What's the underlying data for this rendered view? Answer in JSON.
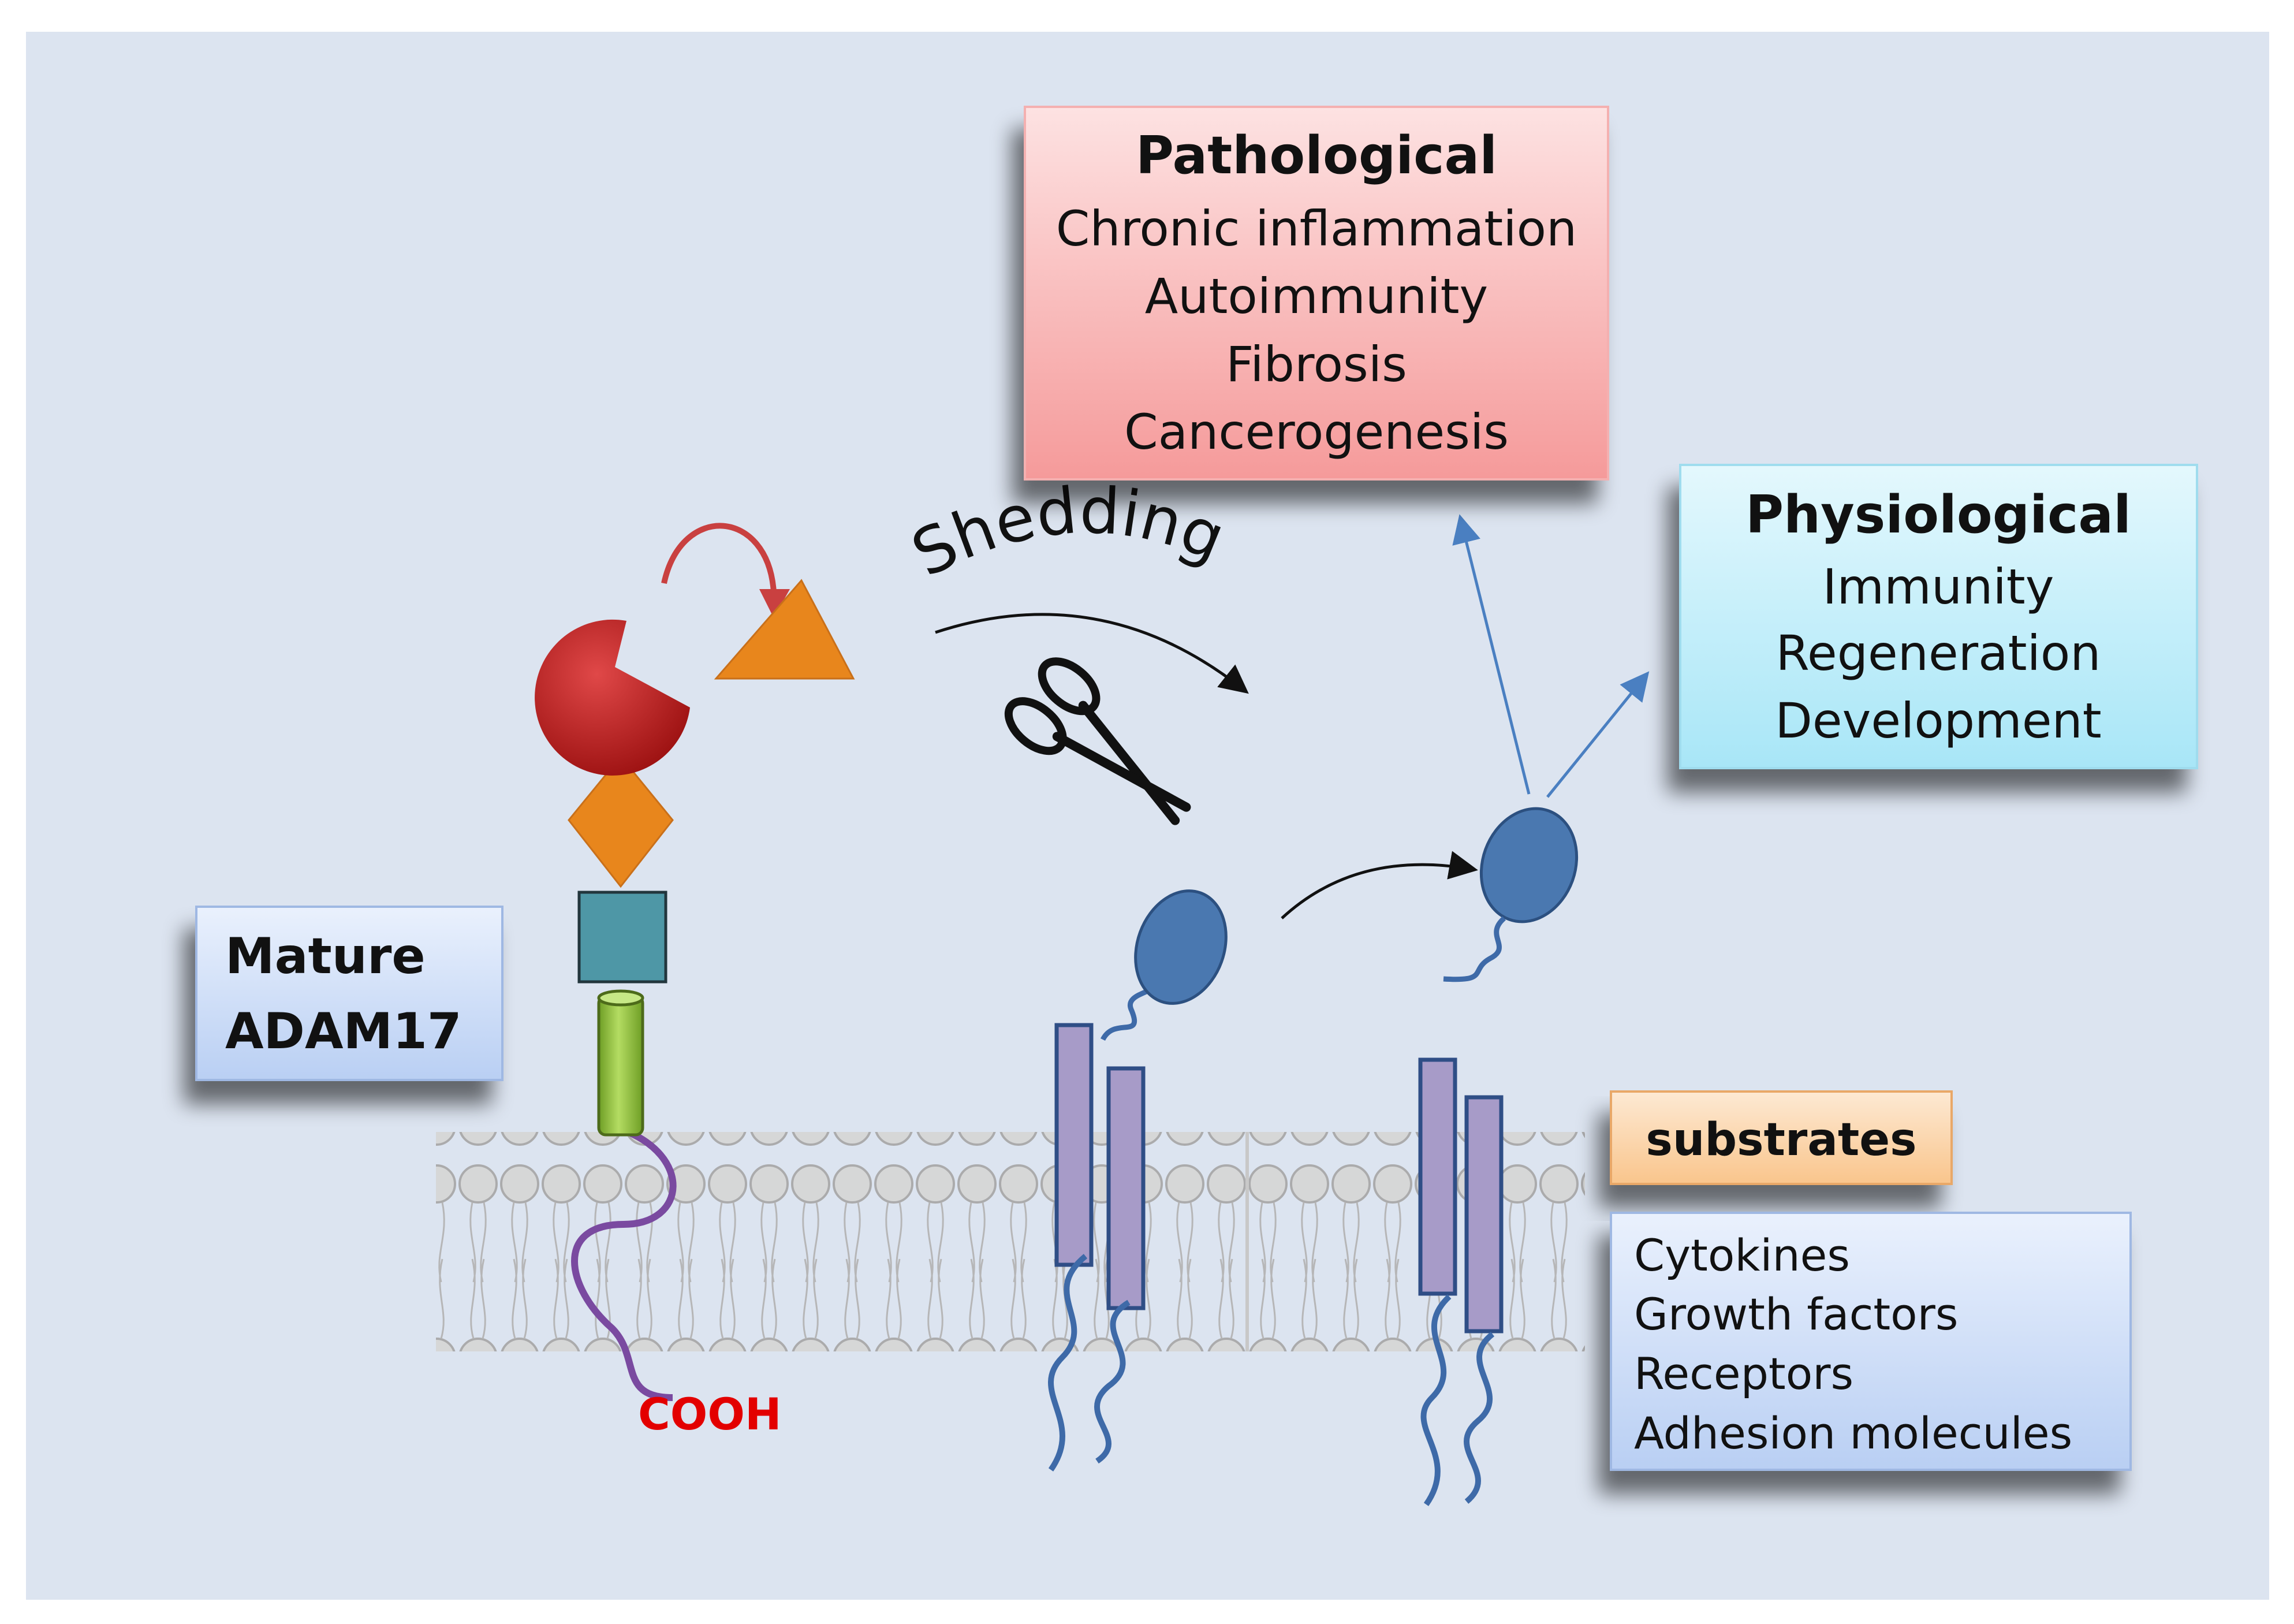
{
  "mature_label": [
    "Mature",
    "ADAM17"
  ],
  "cooh_label": "COOH",
  "shedding_label": "Shedding",
  "pathological": {
    "title": "Pathological",
    "items": [
      "Chronic inflammation",
      "Autoimmunity",
      "Fibrosis",
      "Cancerogenesis"
    ]
  },
  "physiological": {
    "title": "Physiological",
    "items": [
      "Immunity",
      "Regeneration",
      "Development"
    ]
  },
  "substrates": {
    "title": "substrates",
    "items": [
      "Cytokines",
      "Growth factors",
      "Receptors",
      "Adhesion molecules"
    ]
  },
  "colors": {
    "background": "#dce4f0",
    "pathological_box": "#f7a8a8",
    "physiological_box": "#b6ecf8",
    "substrates_title_box": "#fbd3a6",
    "label_box": "#c9dbf7",
    "enzyme_red": "#b51a1a",
    "orange": "#e8861c",
    "teal_square": "#4e97a6",
    "green_cylinder": "#8ebf3a",
    "cytoplasmic_tail": "#7a4aa0",
    "cooh_text": "#e30000",
    "receptor_blue": "#4a78b0",
    "receptor_bar": "#a79bc8",
    "arrow_blue": "#4a7fc1"
  },
  "icons": [
    "scissors-icon",
    "enzyme-pacman-icon",
    "substrate-triangle-icon"
  ]
}
